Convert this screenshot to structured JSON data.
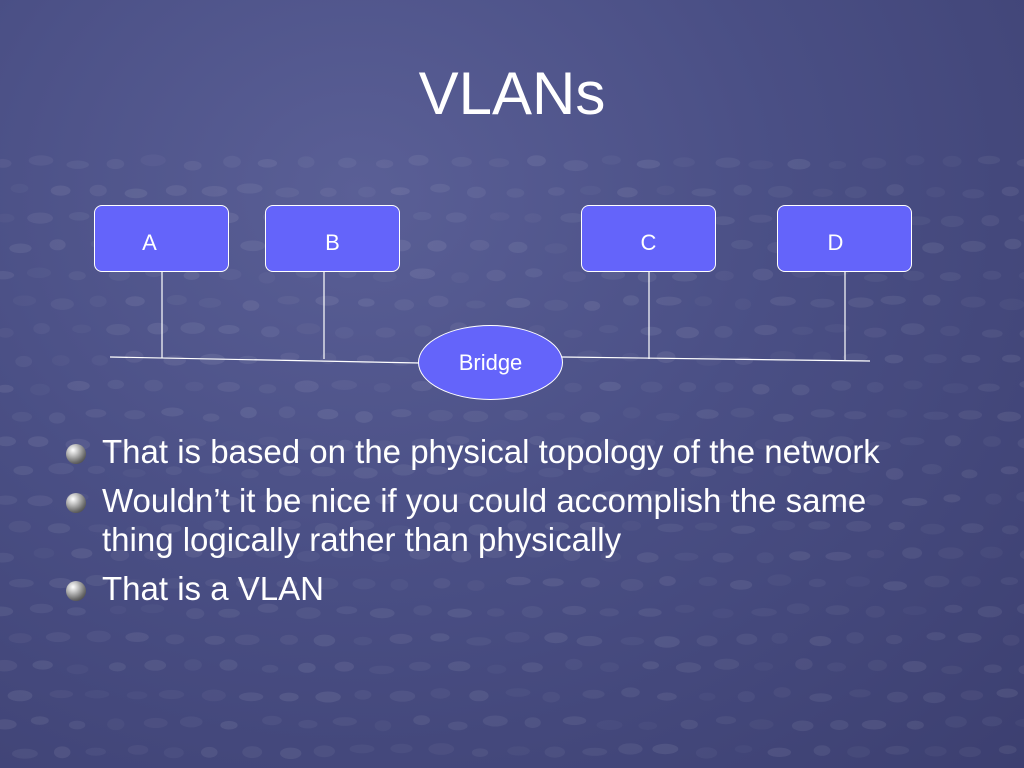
{
  "slide": {
    "title": "VLANs"
  },
  "diagram": {
    "nodes": [
      {
        "label": "A"
      },
      {
        "label": "B"
      },
      {
        "label": "C"
      },
      {
        "label": "D"
      }
    ],
    "bridge": {
      "label": "Bridge"
    }
  },
  "bullets": [
    {
      "text": "That is based on the physical topology of the network",
      "icon": "sphere-bullet-icon"
    },
    {
      "text": "Wouldn’t it be nice if you could accomplish the same thing logically rather than physically",
      "icon": "sphere-bullet-icon"
    },
    {
      "text": "That is a VLAN",
      "icon": "sphere-bullet-icon"
    }
  ],
  "colors": {
    "background": "#4a4f85",
    "node_fill": "#6464fa",
    "text": "#ffffff"
  }
}
